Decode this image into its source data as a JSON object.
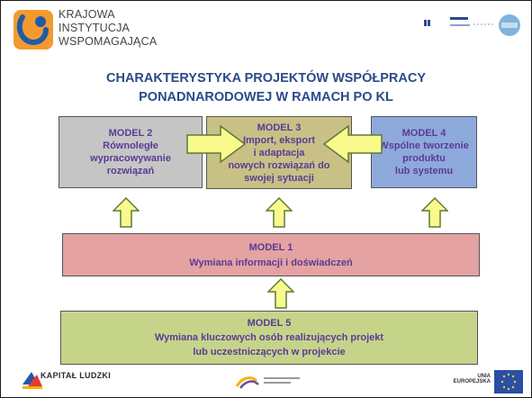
{
  "header": {
    "org_name_lines": [
      "KRAJOWA",
      "INSTYTUCJA",
      "WSPOMAGAJĄCA"
    ],
    "title_lines": [
      "CHARAKTERYSTYKA PROJEKTÓW WSPÓŁPRACY",
      "PONADNARODOWEJ W RAMACH PO KL"
    ]
  },
  "models": {
    "model2": {
      "lines": [
        "MODEL 2",
        "Równoległe",
        "wypracowywanie",
        "rozwiązań"
      ]
    },
    "model3": {
      "lines": [
        "MODEL 3",
        "Import, eksport",
        "i adaptacja",
        "nowych rozwiązań do",
        "swojej sytuacji"
      ]
    },
    "model4": {
      "lines": [
        "MODEL 4",
        "Wspólne tworzenie",
        "produktu",
        "lub systemu"
      ]
    },
    "model1": {
      "lines": [
        "MODEL 1",
        "Wymiana informacji i doświadczeń"
      ]
    },
    "model5": {
      "lines": [
        "MODEL 5",
        "Wymiana kluczowych osób realizujących projekt",
        "lub uczestniczących w projekcie"
      ]
    }
  },
  "footer": {
    "left_label": "KAPITAŁ LUDZKI",
    "right_label_lines": [
      "UNIA EUROPEJSKA"
    ]
  },
  "colors": {
    "title": "#2b4a8a",
    "box_text": "#5a3b95",
    "arrow_fill": "#fafa8c",
    "arrow_stroke": "#5c7a3a",
    "model2_bg": "#c5c5c5",
    "model3_bg": "#c9c085",
    "model4_bg": "#8ea9db",
    "model1_bg": "#e4a2a2",
    "model5_bg": "#c6d48a"
  }
}
